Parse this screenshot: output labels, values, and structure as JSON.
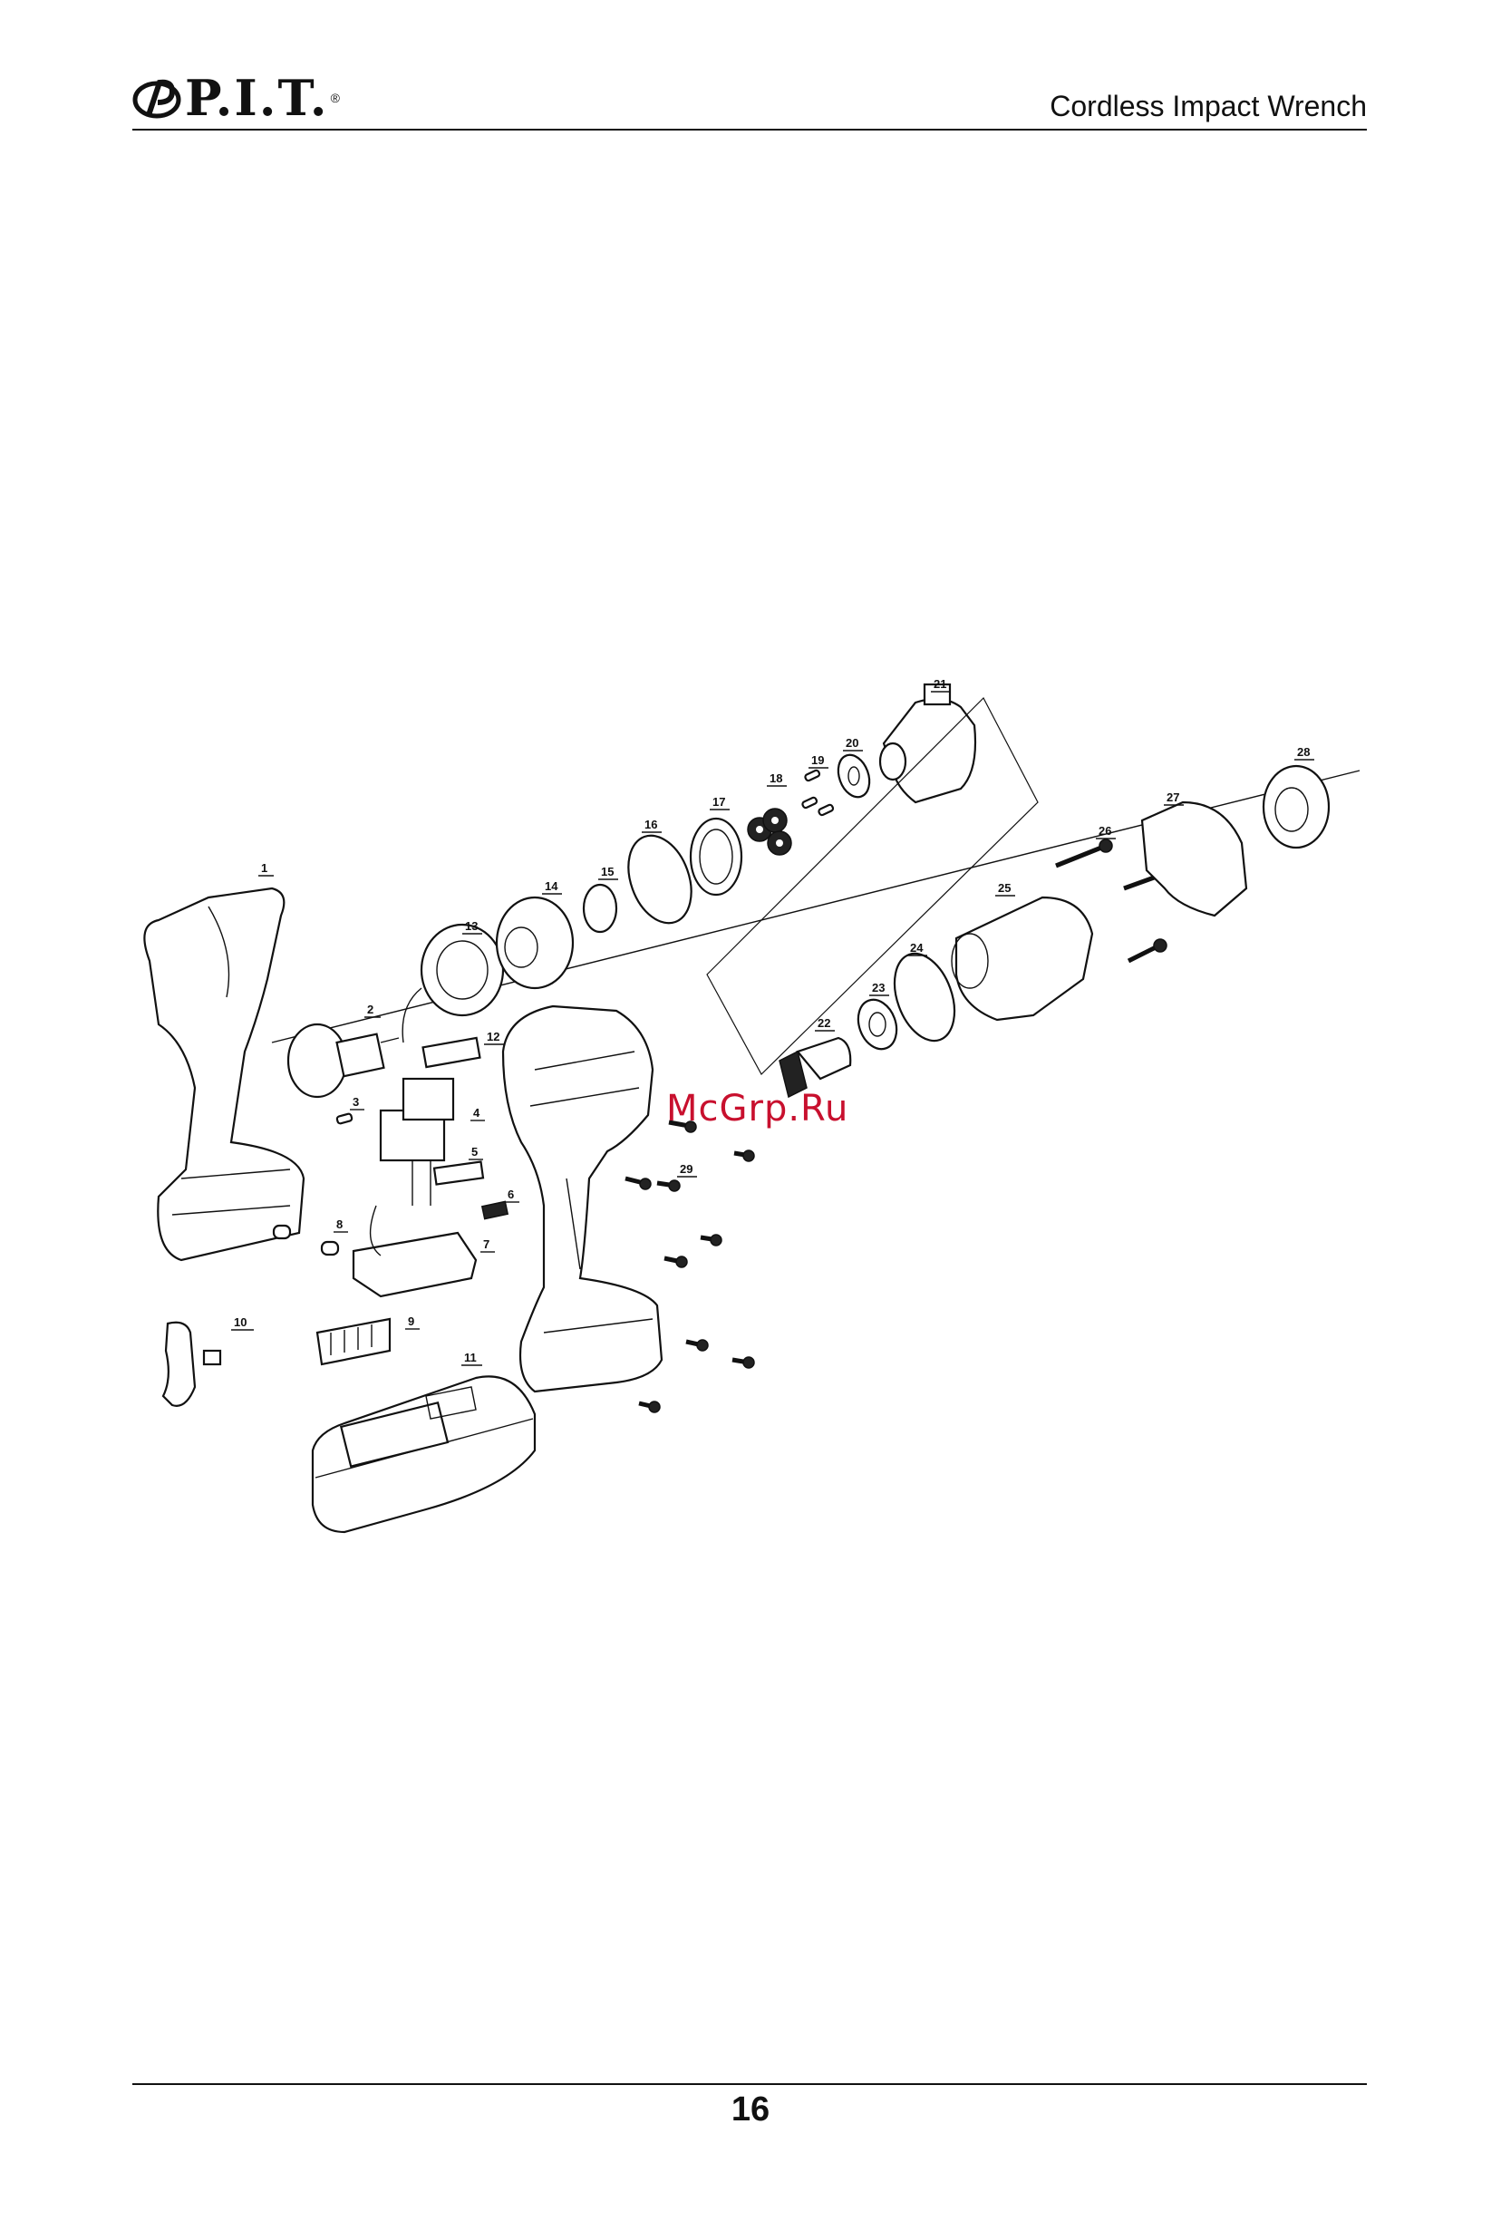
{
  "header": {
    "logo_text": "P.I.T.",
    "logo_reg": "®",
    "title": "Cordless Impact Wrench"
  },
  "diagram": {
    "callouts": [
      "1",
      "2",
      "3",
      "4",
      "5",
      "6",
      "7",
      "8",
      "9",
      "10",
      "11",
      "12",
      "13",
      "14",
      "15",
      "16",
      "17",
      "18",
      "19",
      "20",
      "21",
      "22",
      "23",
      "24",
      "25",
      "26",
      "27",
      "28",
      "29"
    ]
  },
  "watermark": "McGrp.Ru",
  "footer": {
    "page_number": "16"
  }
}
